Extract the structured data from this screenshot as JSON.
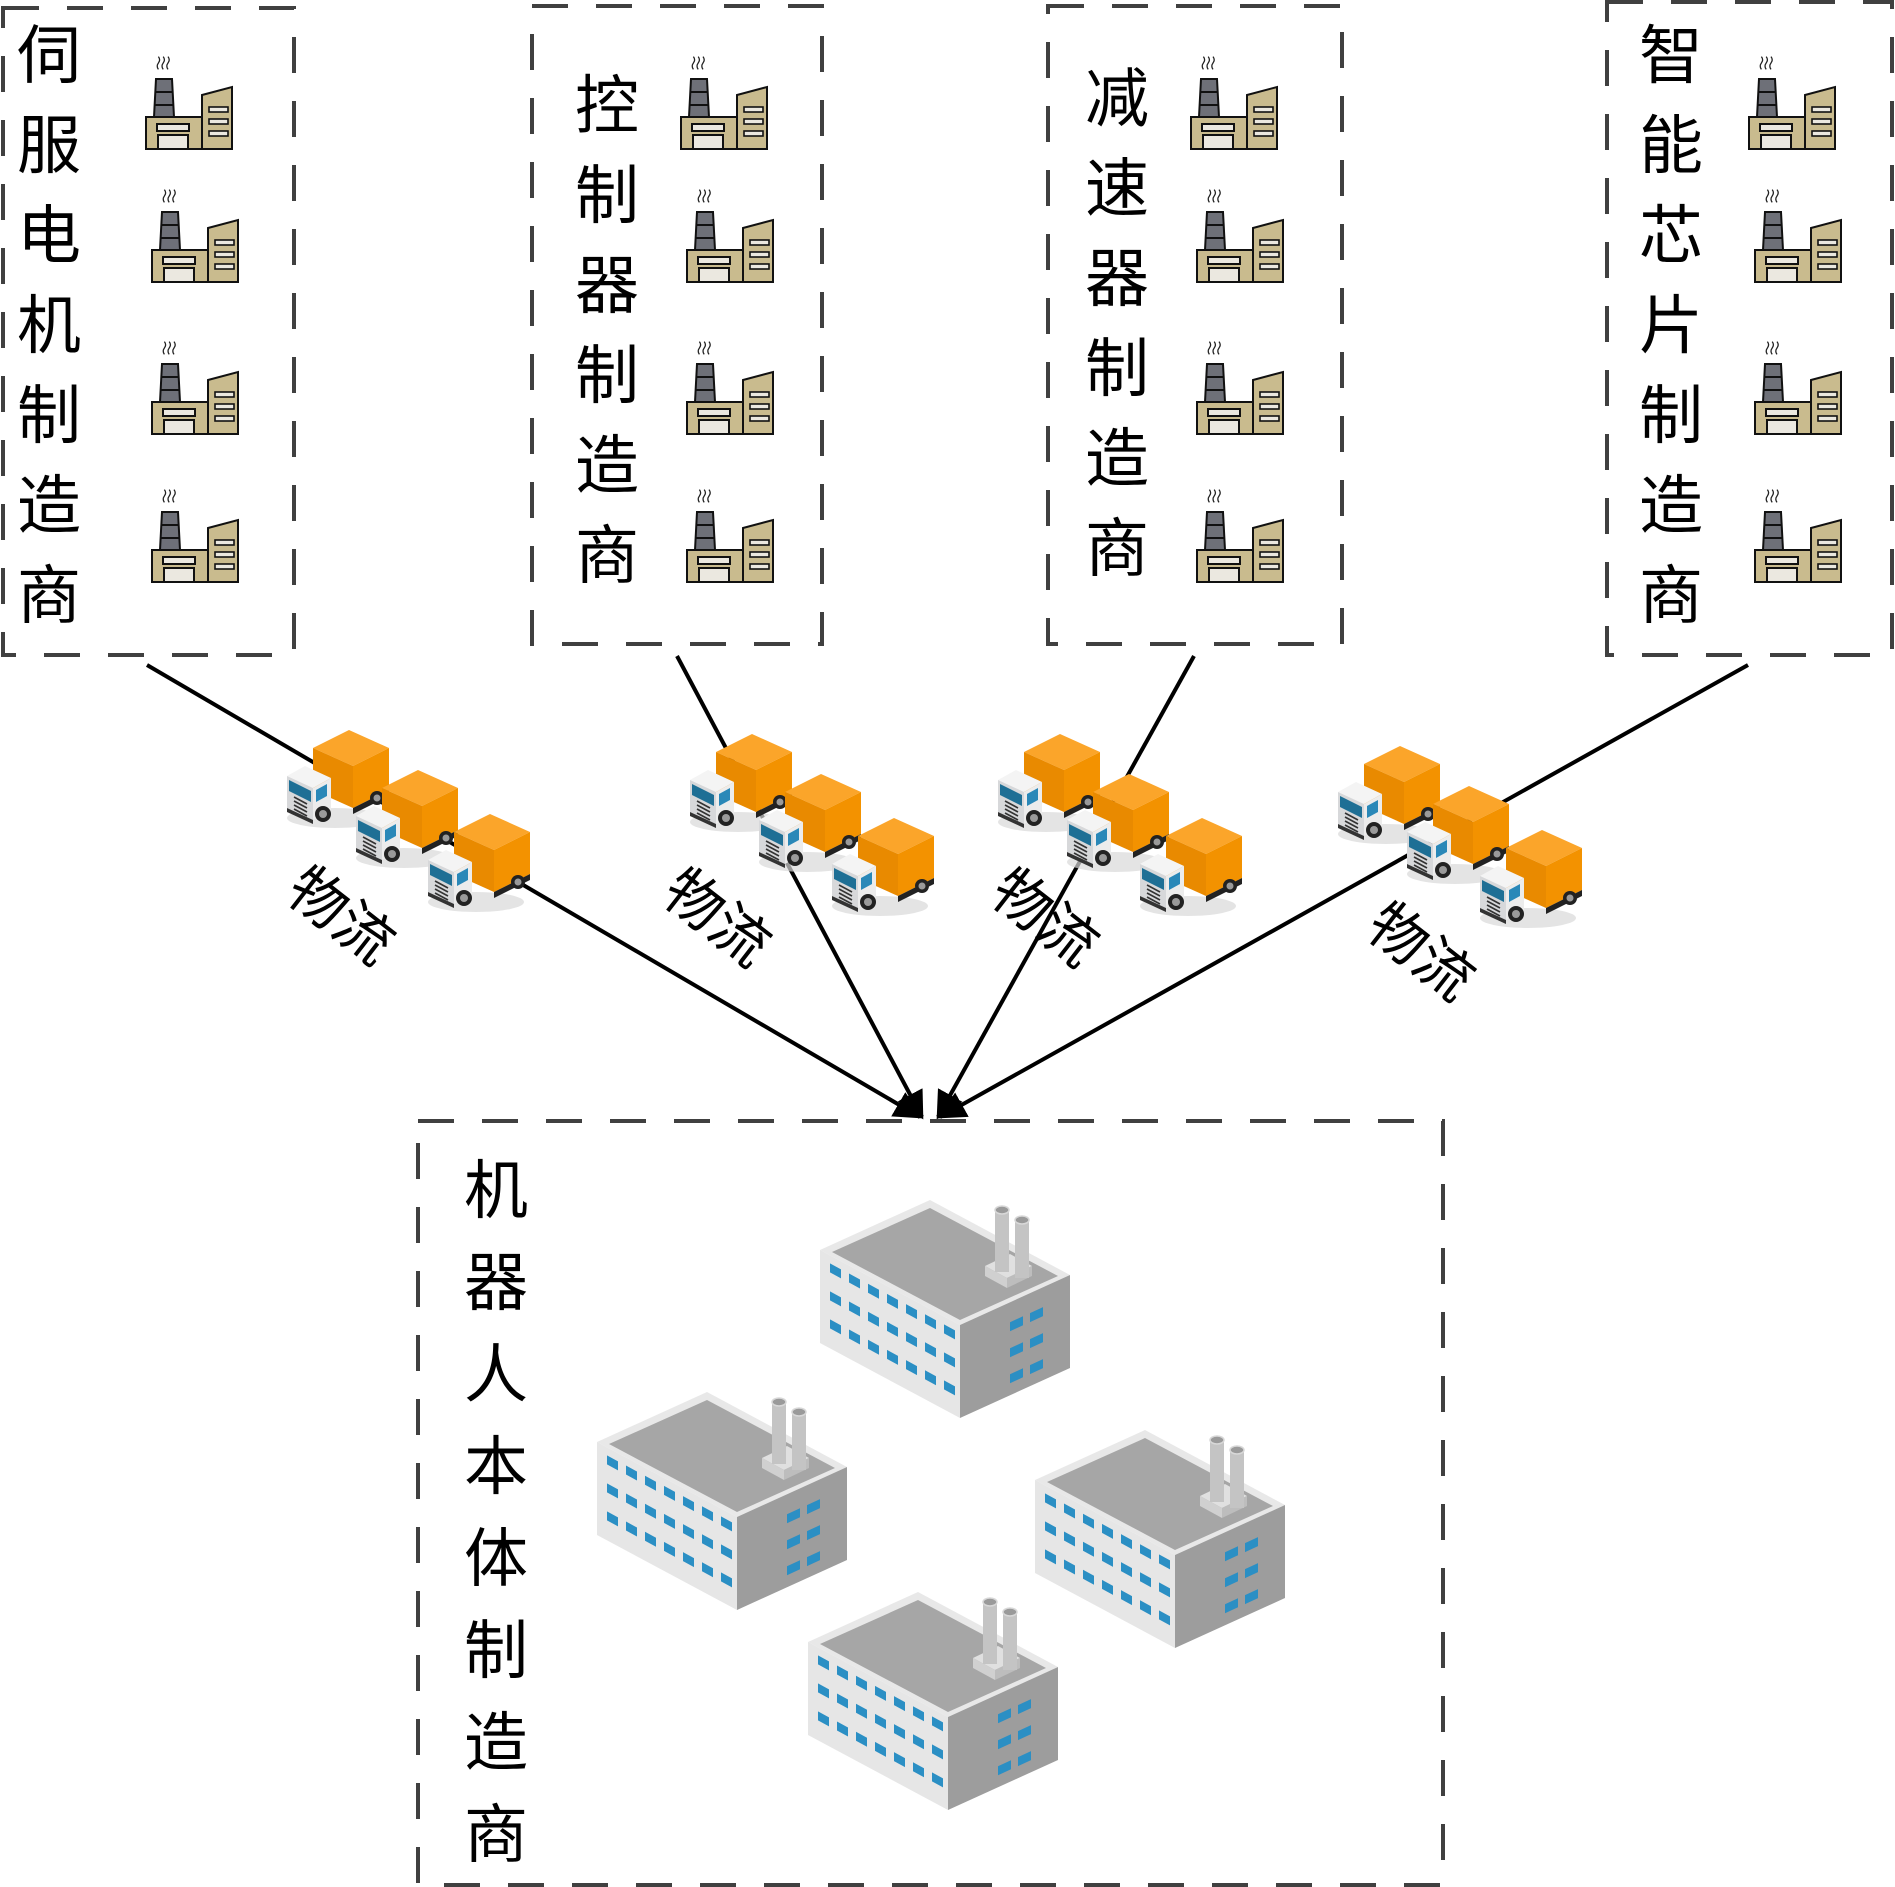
{
  "diagram": {
    "title": "机器人产业供应链物流示意",
    "suppliers": [
      {
        "id": "servo",
        "label": "伺服电机制造商",
        "factory_count": 4,
        "icon": "factory-icon"
      },
      {
        "id": "controller",
        "label": "控制器制造商",
        "factory_count": 4,
        "icon": "factory-icon"
      },
      {
        "id": "reducer",
        "label": "减速器制造商",
        "factory_count": 4,
        "icon": "factory-icon"
      },
      {
        "id": "chip",
        "label": "智能芯片制造商",
        "factory_count": 4,
        "icon": "factory-icon"
      }
    ],
    "logistics": {
      "label": "物流",
      "trucks_per_route": 3,
      "icon": "delivery-truck-icon"
    },
    "target": {
      "id": "robot-body",
      "label": "机器人本体制造商",
      "building_count": 4,
      "icon": "isometric-factory-building-icon"
    },
    "edges": [
      {
        "from": "servo",
        "to": "robot-body",
        "label": "物流"
      },
      {
        "from": "controller",
        "to": "robot-body",
        "label": "物流"
      },
      {
        "from": "reducer",
        "to": "robot-body",
        "label": "物流"
      },
      {
        "from": "chip",
        "to": "robot-body",
        "label": "物流"
      }
    ],
    "colors": {
      "box_border": "#404040",
      "arrow": "#000000",
      "factory_body": "#c9bb8e",
      "factory_chimney": "#6e7078",
      "factory_window": "#ebe8e0",
      "truck_cargo": "#f7960f",
      "truck_cab": "#e9eaeb",
      "truck_glass": "#1e6f95",
      "building_wall": "#e6e6e6",
      "building_side": "#9d9d9d",
      "building_roof": "#a8a8a8",
      "building_window": "#2b8fc4"
    }
  }
}
